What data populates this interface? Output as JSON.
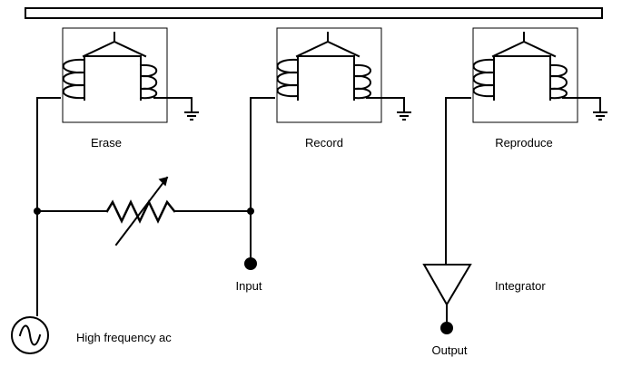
{
  "heads": [
    {
      "label": "Erase"
    },
    {
      "label": "Record"
    },
    {
      "label": "Reproduce"
    }
  ],
  "labels": {
    "input": "Input",
    "integrator": "Integrator",
    "output": "Output",
    "source": "High frequency ac"
  },
  "icons": [
    "ground-icon",
    "variable-resistor-icon",
    "ac-source-icon",
    "amplifier-triangle-icon",
    "coil-icon"
  ],
  "colors": {
    "line": "#000000",
    "tape": "#ffffff",
    "background": "#ffffff"
  }
}
